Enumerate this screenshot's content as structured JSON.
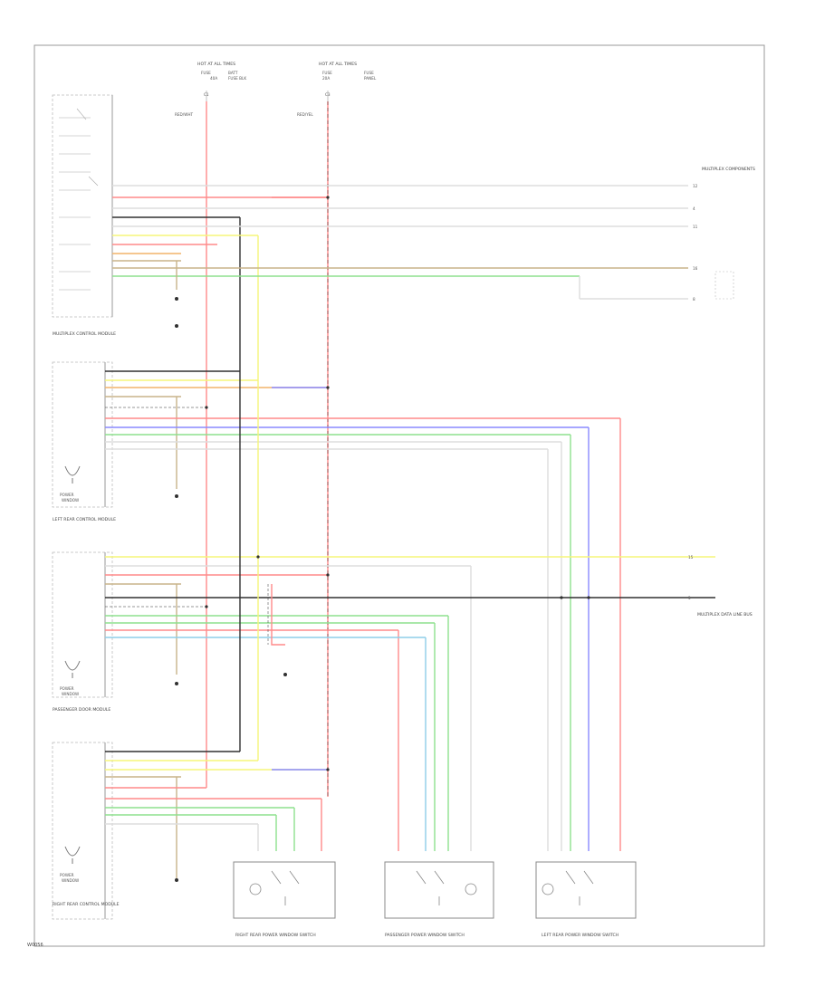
{
  "footer_code": "W0056",
  "colors": {
    "black": "#303030",
    "red": "#ff8a8a",
    "yellow": "#f5f57a",
    "green": "#8ee08e",
    "blue": "#8a8aff",
    "light_blue": "#8ecde8",
    "orange": "#f2b46a",
    "tan": "#c8b48a",
    "pink": "#f2a0c8",
    "grey": "#b4b4b4"
  },
  "power_sources": {
    "left": "HOT AT ALL TIMES",
    "right": "HOT AT ALL TIMES"
  },
  "module_labels": {
    "bus_connector": "MULTIPLEX CONTROL MODULE",
    "left_rear": "LEFT REAR CONTROL MODULE",
    "passenger_door": "PASSENGER DOOR MODULE",
    "right_rear": "RIGHT REAR CONTROL MODULE"
  },
  "switches": {
    "right_rear": "RIGHT REAR POWER WINDOW SWITCH",
    "passenger": "PASSENGER POWER WINDOW SWITCH",
    "left_rear": "LEFT REAR POWER WINDOW SWITCH"
  },
  "right_side_labels": {
    "top": "MULTIPLEX COMPONENTS",
    "mid": "MULTIPLEX DATA LINE BUS"
  }
}
